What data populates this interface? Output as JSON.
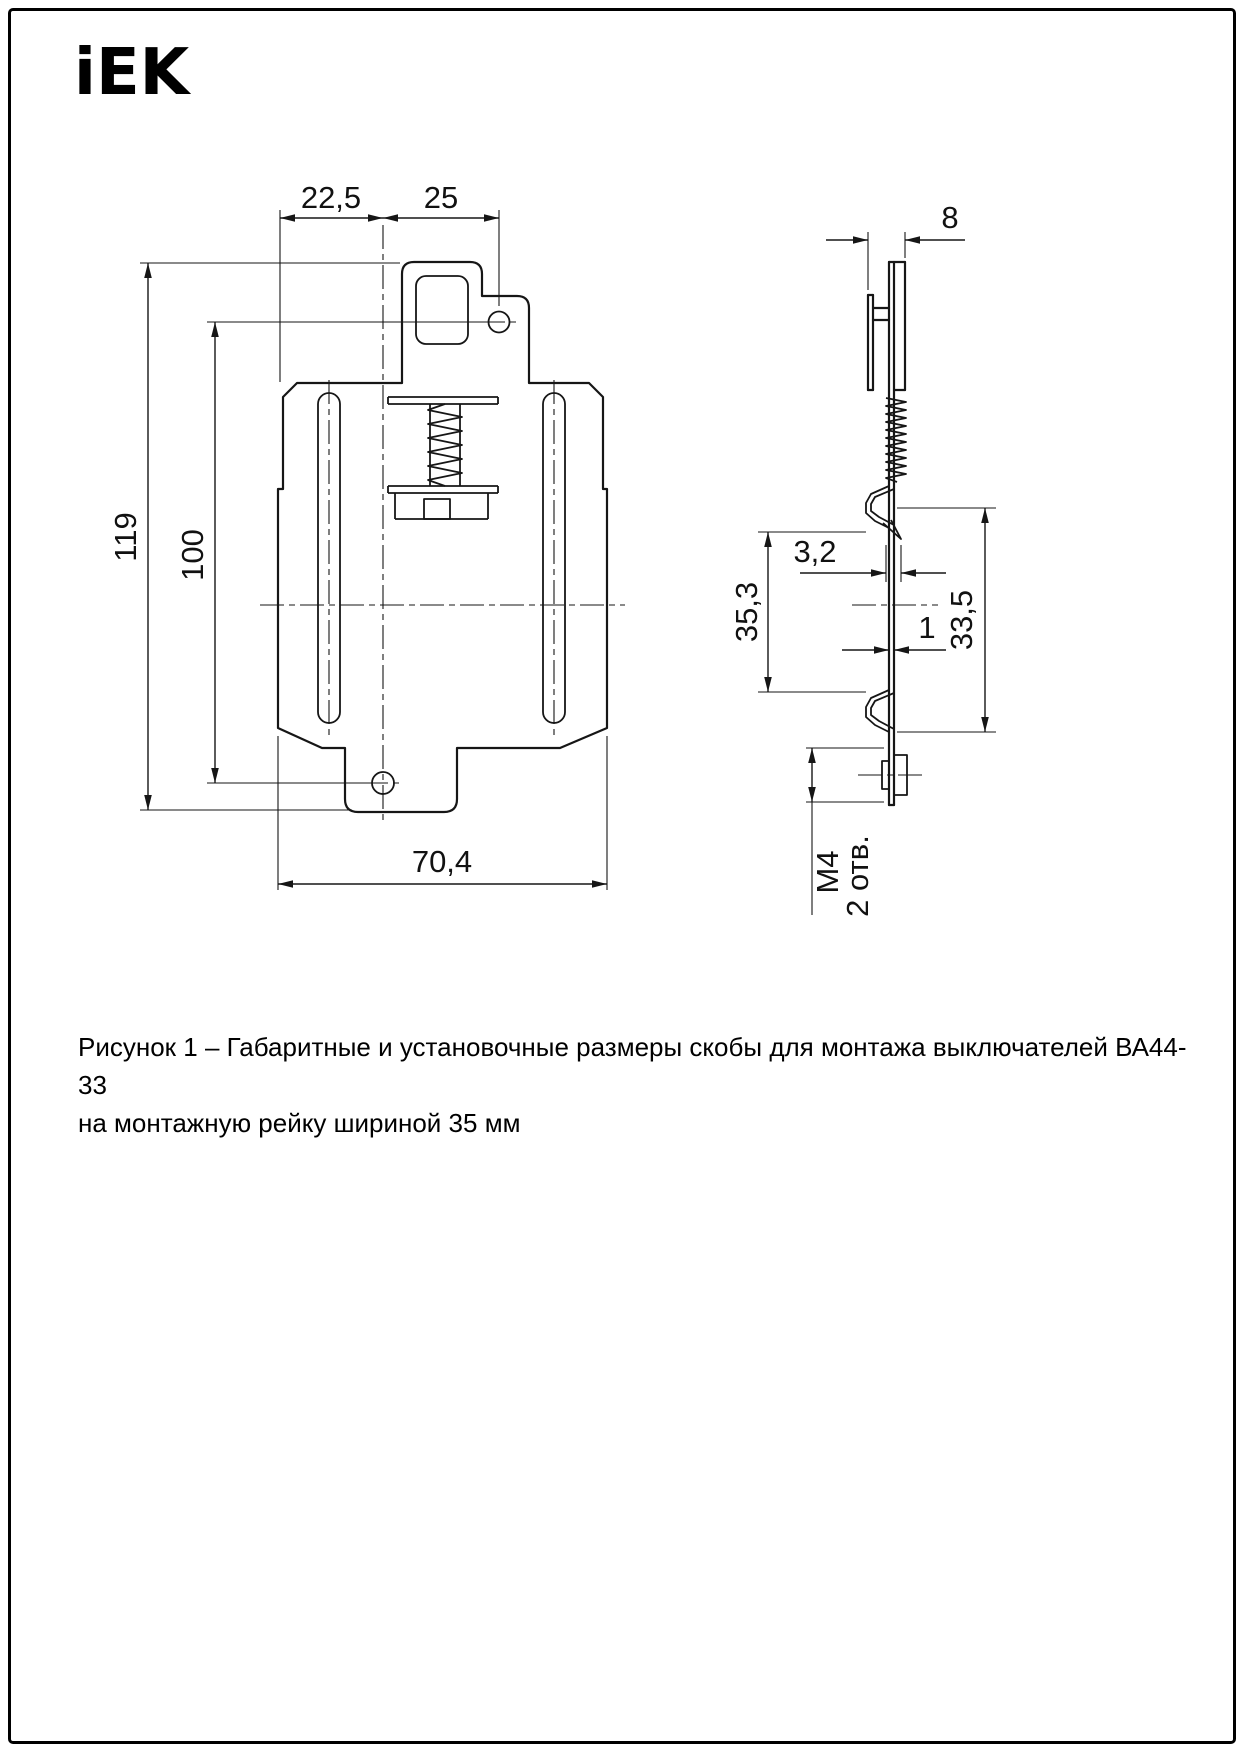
{
  "logo": {
    "text": "iEK"
  },
  "caption": {
    "line1": "Рисунок 1 – Габаритные и установочные размеры скобы для монтажа выключателей ВА44-33",
    "line2": "на монтажную рейку шириной 35 мм"
  },
  "front_view": {
    "dim_top_left": "22,5",
    "dim_top_right": "25",
    "dim_height_overall": "119",
    "dim_hole_spacing": "100",
    "dim_width": "70,4"
  },
  "side_view": {
    "dim_depth": "8",
    "dim_tooth": "3,2",
    "dim_rail_opening": "35,3",
    "dim_thickness": "1",
    "dim_rail_span": "33,5",
    "dim_thread": "М4",
    "dim_holes": "2 отв."
  },
  "colors": {
    "line": "#161616",
    "background": "#ffffff"
  }
}
